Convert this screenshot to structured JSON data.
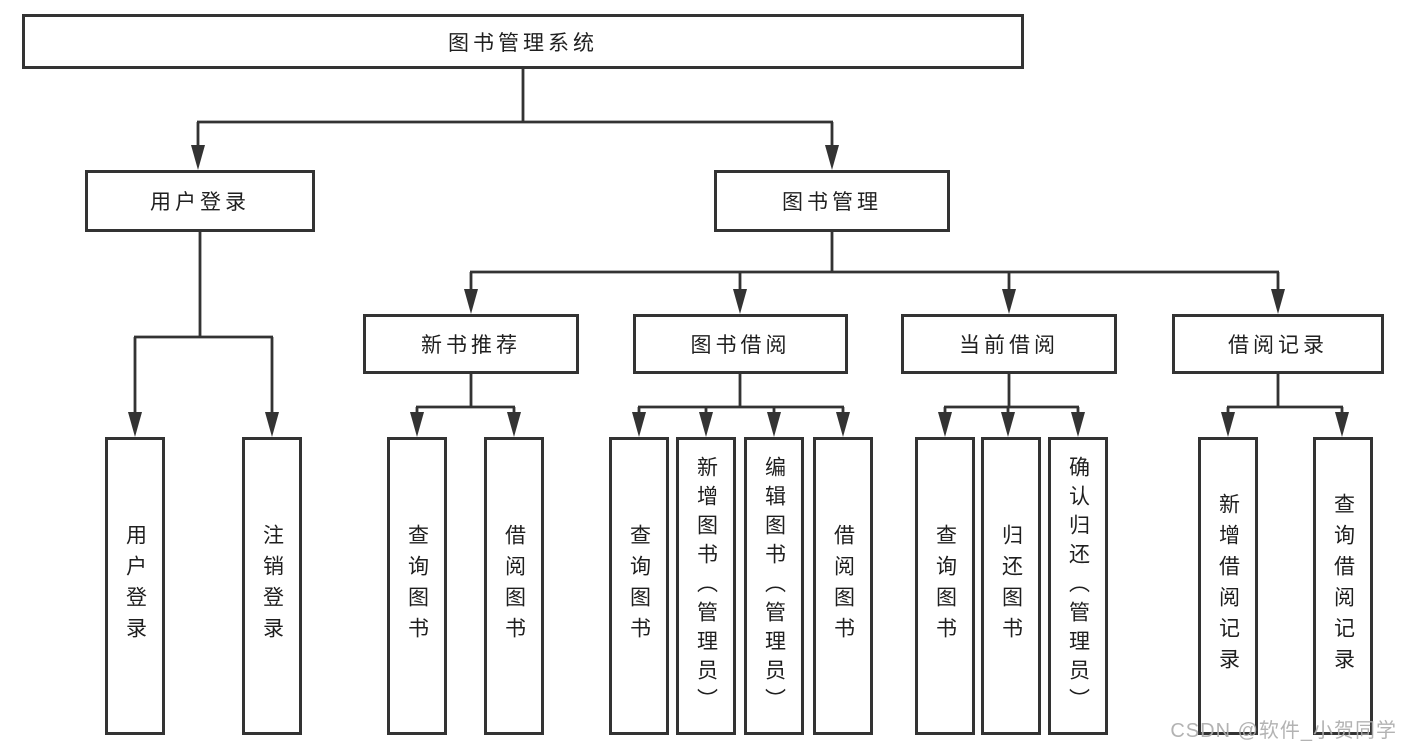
{
  "diagram_title": "图书管理系统",
  "hierarchy": {
    "label": "图书管理系统",
    "children": [
      {
        "label": "用户登录",
        "children": [
          {
            "label": "用户登录"
          },
          {
            "label": "注销登录"
          }
        ]
      },
      {
        "label": "图书管理",
        "children": [
          {
            "label": "新书推荐",
            "children": [
              {
                "label": "查询图书"
              },
              {
                "label": "借阅图书"
              }
            ]
          },
          {
            "label": "图书借阅",
            "children": [
              {
                "label": "查询图书"
              },
              {
                "label": "新增图书（管理员）"
              },
              {
                "label": "编辑图书（管理员）"
              },
              {
                "label": "借阅图书"
              }
            ]
          },
          {
            "label": "当前借阅",
            "children": [
              {
                "label": "查询图书"
              },
              {
                "label": "归还图书"
              },
              {
                "label": "确认归还（管理员）"
              }
            ]
          },
          {
            "label": "借阅记录",
            "children": [
              {
                "label": "新增借阅记录"
              },
              {
                "label": "查询借阅记录"
              }
            ]
          }
        ]
      }
    ]
  },
  "watermark": {
    "text": "CSDN @软件_小贺同学"
  },
  "colors": {
    "line": "#333333",
    "box_border": "#333333",
    "box_fill": "#ffffff",
    "text": "#1f1f1f",
    "background": "#ffffff",
    "watermark": "#acacac"
  }
}
